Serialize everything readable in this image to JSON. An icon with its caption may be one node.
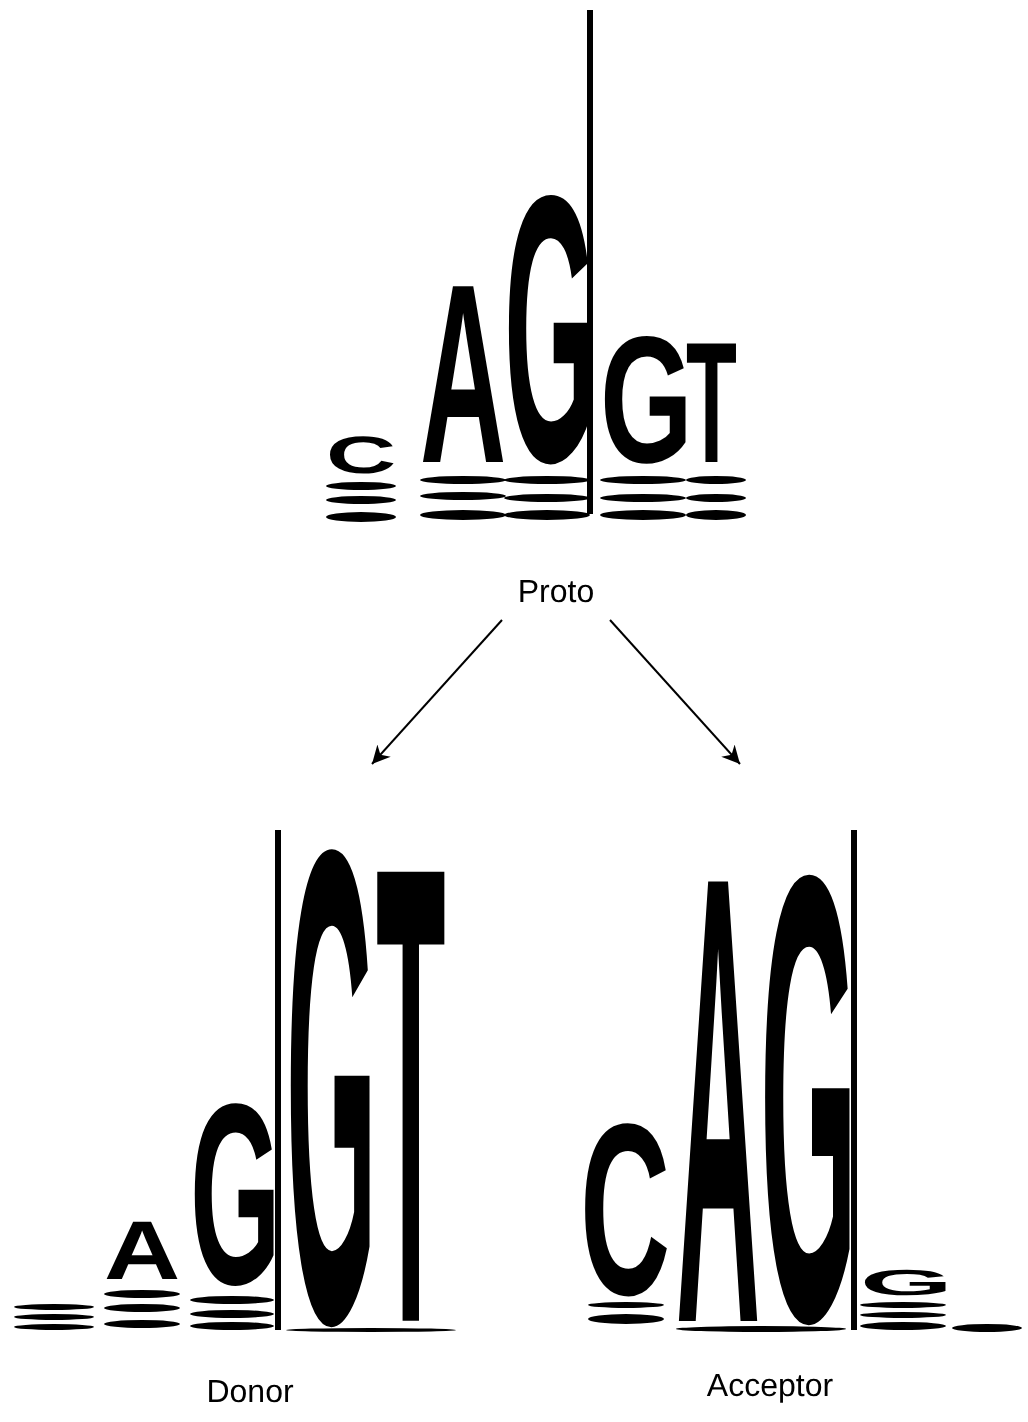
{
  "diagram": {
    "nodes": [
      {
        "text": [
          "CAGGT",
          "Proto"
        ]
      },
      {
        "text": [
          "AGGT",
          "Donor"
        ]
      },
      {
        "text": [
          "CAGG",
          "Acceptor"
        ]
      }
    ],
    "edges": [
      {
        "from": 0,
        "to": 1,
        "arrow": "to"
      },
      {
        "from": 0,
        "to": 2,
        "arrow": "to"
      }
    ]
  }
}
